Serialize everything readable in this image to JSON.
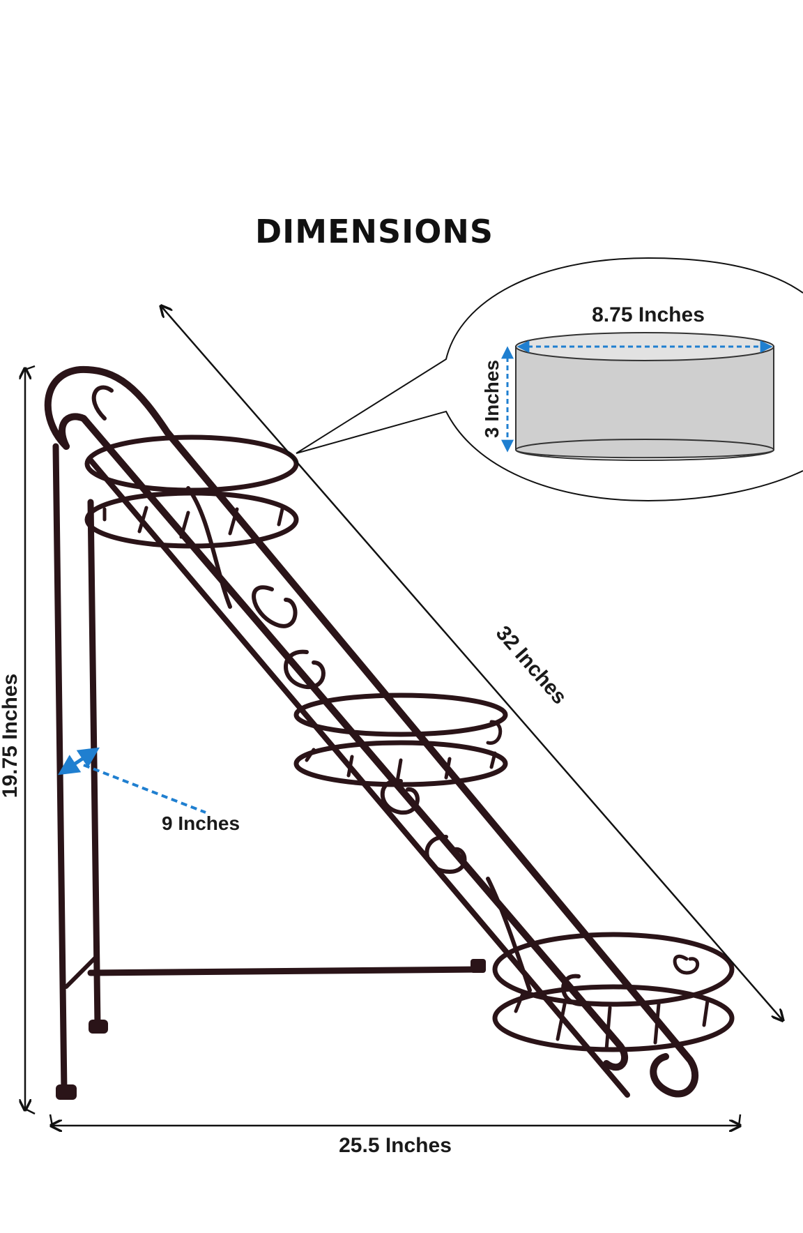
{
  "title": "DIMENSIONS",
  "labels": {
    "pot_diameter": "8.75 Inches",
    "pot_height": "3 Inches",
    "diagonal_length": "32 Inches",
    "height": "19.75 Inches",
    "depth": "9 Inches",
    "width": "25.5 Inches"
  },
  "colors": {
    "frame": "#2a1418",
    "dimension_line": "#111111",
    "accent_dashed": "#1f7fd0",
    "pot_fill": "#cfcfcf"
  }
}
